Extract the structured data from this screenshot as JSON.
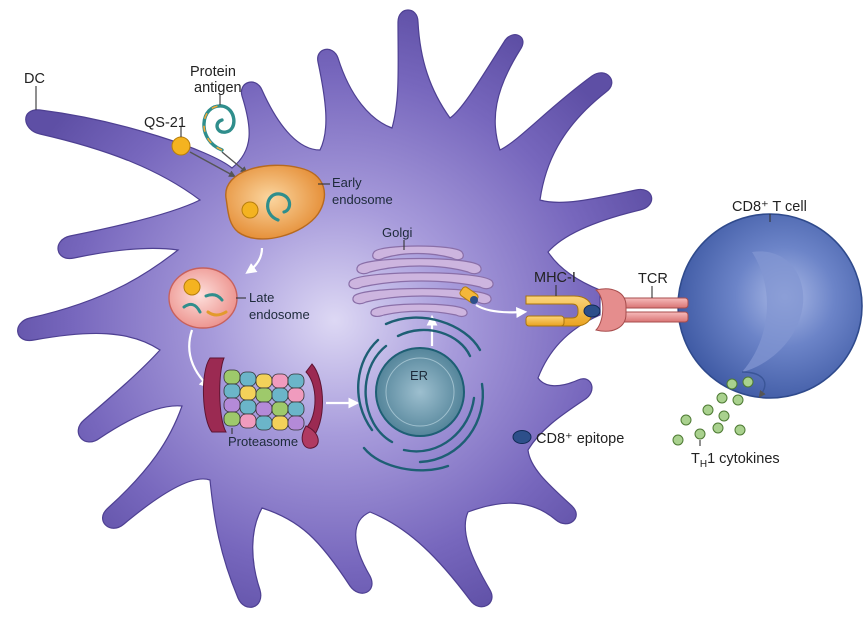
{
  "labels": {
    "dc": "DC",
    "protein_line1": "Protein",
    "protein_line2": "antigen",
    "qs21": "QS-21",
    "early_line1": "Early",
    "early_line2": "endosome",
    "late_line1": "Late",
    "late_line2": "endosome",
    "golgi": "Golgi",
    "er": "ER",
    "proteasome": "Proteasome",
    "mhc": "MHC-I",
    "tcr": "TCR",
    "tcell": "CD8⁺ T cell",
    "epitope": "CD8⁺ epitope",
    "cytokines_prefix": "T",
    "cytokines_sub": "H",
    "cytokines_suffix": "1 cytokines"
  },
  "colors": {
    "dc_body": "#6b5cb0",
    "dc_center": "#c9c2ea",
    "t_cell": "#4d69b4",
    "endosome_orange": "#f0a24a",
    "late_endosome": "#f3a3a0",
    "golgi": "#cdb5df",
    "er": "#3a6f86",
    "mhc": "#f4b73a",
    "tcr": "#e58d8d",
    "qs21": "#f4b320",
    "cytokine": "#a9d18e",
    "epitope": "#2d4f8a"
  }
}
